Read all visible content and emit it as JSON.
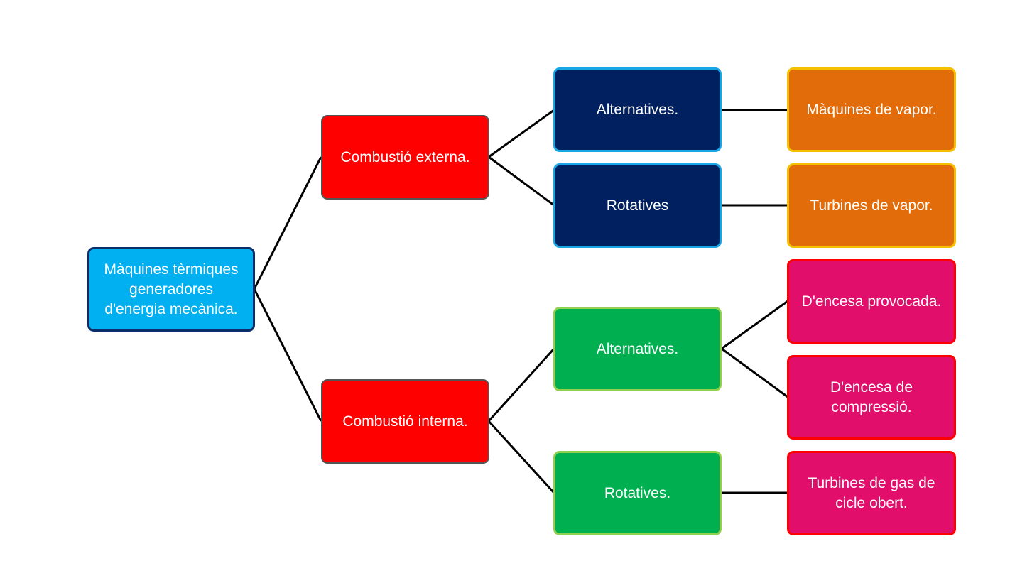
{
  "colors": {
    "root_fill": "#00b0f0",
    "combustion_fill": "#ff0000",
    "external_branch_fill": "#002060",
    "internal_branch_fill": "#00b050",
    "steam_leaf_fill": "#e36c0a",
    "internal_leaf_fill": "#e20e6b"
  },
  "root": {
    "label": "Màquines tèrmiques\ngeneradores\nd'energia mecànica."
  },
  "external": {
    "label": "Combustió externa.",
    "alternatives": {
      "label": "Alternatives.",
      "leaf": "Màquines de vapor."
    },
    "rotatives": {
      "label": "Rotatives",
      "leaf": "Turbines de vapor."
    }
  },
  "internal": {
    "label": "Combustió interna.",
    "alternatives": {
      "label": "Alternatives.",
      "leaves": [
        "D'encesa provocada.",
        "D'encesa de\ncompressió."
      ]
    },
    "rotatives": {
      "label": "Rotatives.",
      "leaf": "Turbines de gas de\ncicle obert."
    }
  }
}
